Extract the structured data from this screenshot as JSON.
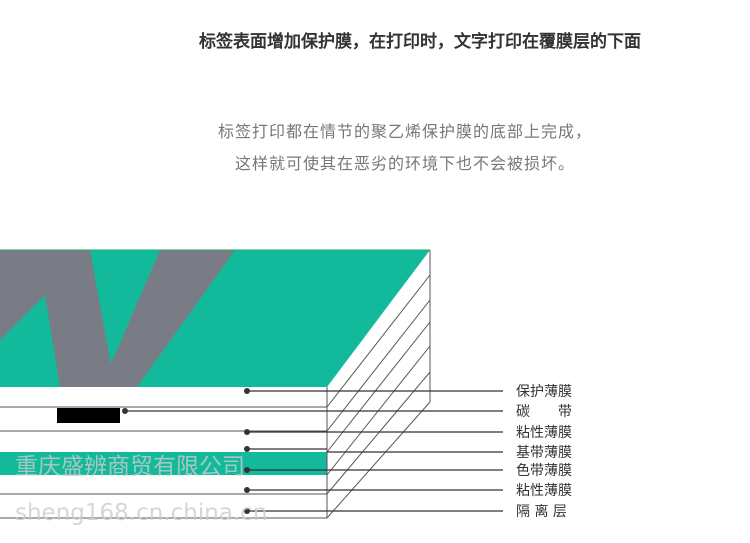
{
  "title": "标签表面增加保护膜，在打印时，文字打印在覆膜层的下面",
  "description_lines": [
    "标签打印都在情节的聚乙烯保护膜的底部上完成，",
    "这样就可使其在恶劣的环境下也不会被损坏。"
  ],
  "layers": [
    "保护薄膜",
    "碳　　带",
    "粘性薄膜",
    "基带薄膜",
    "色带薄膜",
    "粘性薄膜",
    "隔 离 层"
  ],
  "watermark": {
    "company": "重庆盛辨商贸有限公司",
    "site": "sheng168.cn.china.cn"
  },
  "colors": {
    "teal": "#12b99a",
    "gray": "#7a7c85",
    "line": "#333333"
  }
}
